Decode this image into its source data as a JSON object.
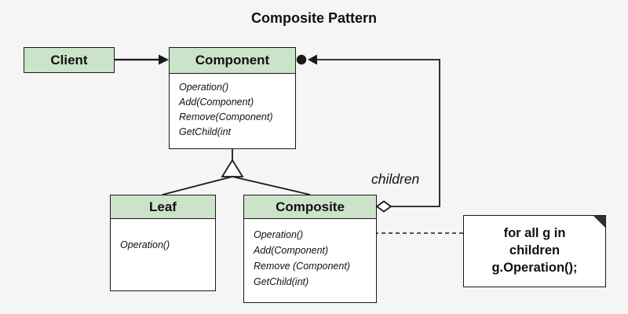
{
  "title": "Composite Pattern",
  "colors": {
    "background": "#f5f5f5",
    "class_header_green": "#cbe3c9",
    "border": "#1a1a1a",
    "note_fold": "#2e2e2e"
  },
  "client": {
    "name": "Client"
  },
  "component": {
    "name": "Component",
    "methods": [
      "Operation()",
      "Add(Component)",
      "Remove(Component)",
      "GetChild(int"
    ]
  },
  "leaf": {
    "name": "Leaf",
    "methods": [
      "Operation()"
    ]
  },
  "composite": {
    "name": "Composite",
    "methods": [
      "Operation()",
      "Add(Component)",
      "Remove (Component)",
      "GetChild(int)"
    ]
  },
  "labels": {
    "children": "children"
  },
  "note": {
    "lines": [
      "for all g in",
      "children",
      "g.Operation();"
    ]
  },
  "icons": {
    "inheritance_triangle": "hollow-triangle-up",
    "aggregation_diamond": "hollow-diamond",
    "composition_circle": "filled-circle"
  }
}
